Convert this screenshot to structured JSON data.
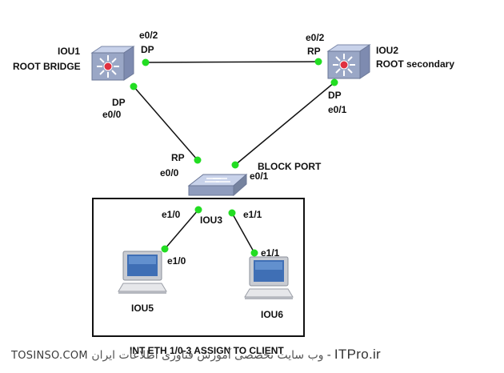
{
  "devices": {
    "iou1": {
      "name": "IOU1",
      "role": "ROOT BRIDGE"
    },
    "iou2": {
      "name": "IOU2",
      "role": "ROOT secondary"
    },
    "iou3": {
      "name": "IOU3",
      "note": "BLOCK PORT"
    },
    "iou5": {
      "name": "IOU5"
    },
    "iou6": {
      "name": "IOU6"
    }
  },
  "ports": {
    "iou1_e02": {
      "iface": "e0/2",
      "state": "DP"
    },
    "iou1_e00": {
      "iface": "e0/0",
      "state": "DP"
    },
    "iou2_e02": {
      "iface": "e0/2",
      "state": "RP"
    },
    "iou2_e01": {
      "iface": "e0/1",
      "state": "DP"
    },
    "iou3_e00": {
      "iface": "e0/0",
      "state": "RP"
    },
    "iou3_e01": {
      "iface": "e0/1"
    },
    "iou3_e10": {
      "iface": "e1/0"
    },
    "iou3_e11": {
      "iface": "e1/1"
    },
    "iou5_e10": {
      "iface": "e1/0"
    },
    "iou6_e11": {
      "iface": "e1/1"
    }
  },
  "box_title": "INT ETH 1/0-3 ASSIGN TO CLIENT",
  "watermark": {
    "site": "TOSINSO.COM",
    "separator": "-",
    "persian": "وب سایت تخصصی آموزش فناوری اطلاعات ایران",
    "brand": "ITPro.ir"
  },
  "colors": {
    "link": "#111111",
    "port_dot": "#22dd22",
    "switch_face": "#9aa7c6",
    "switch_top": "#c8d2ea",
    "highlight_center": "#e03040"
  }
}
